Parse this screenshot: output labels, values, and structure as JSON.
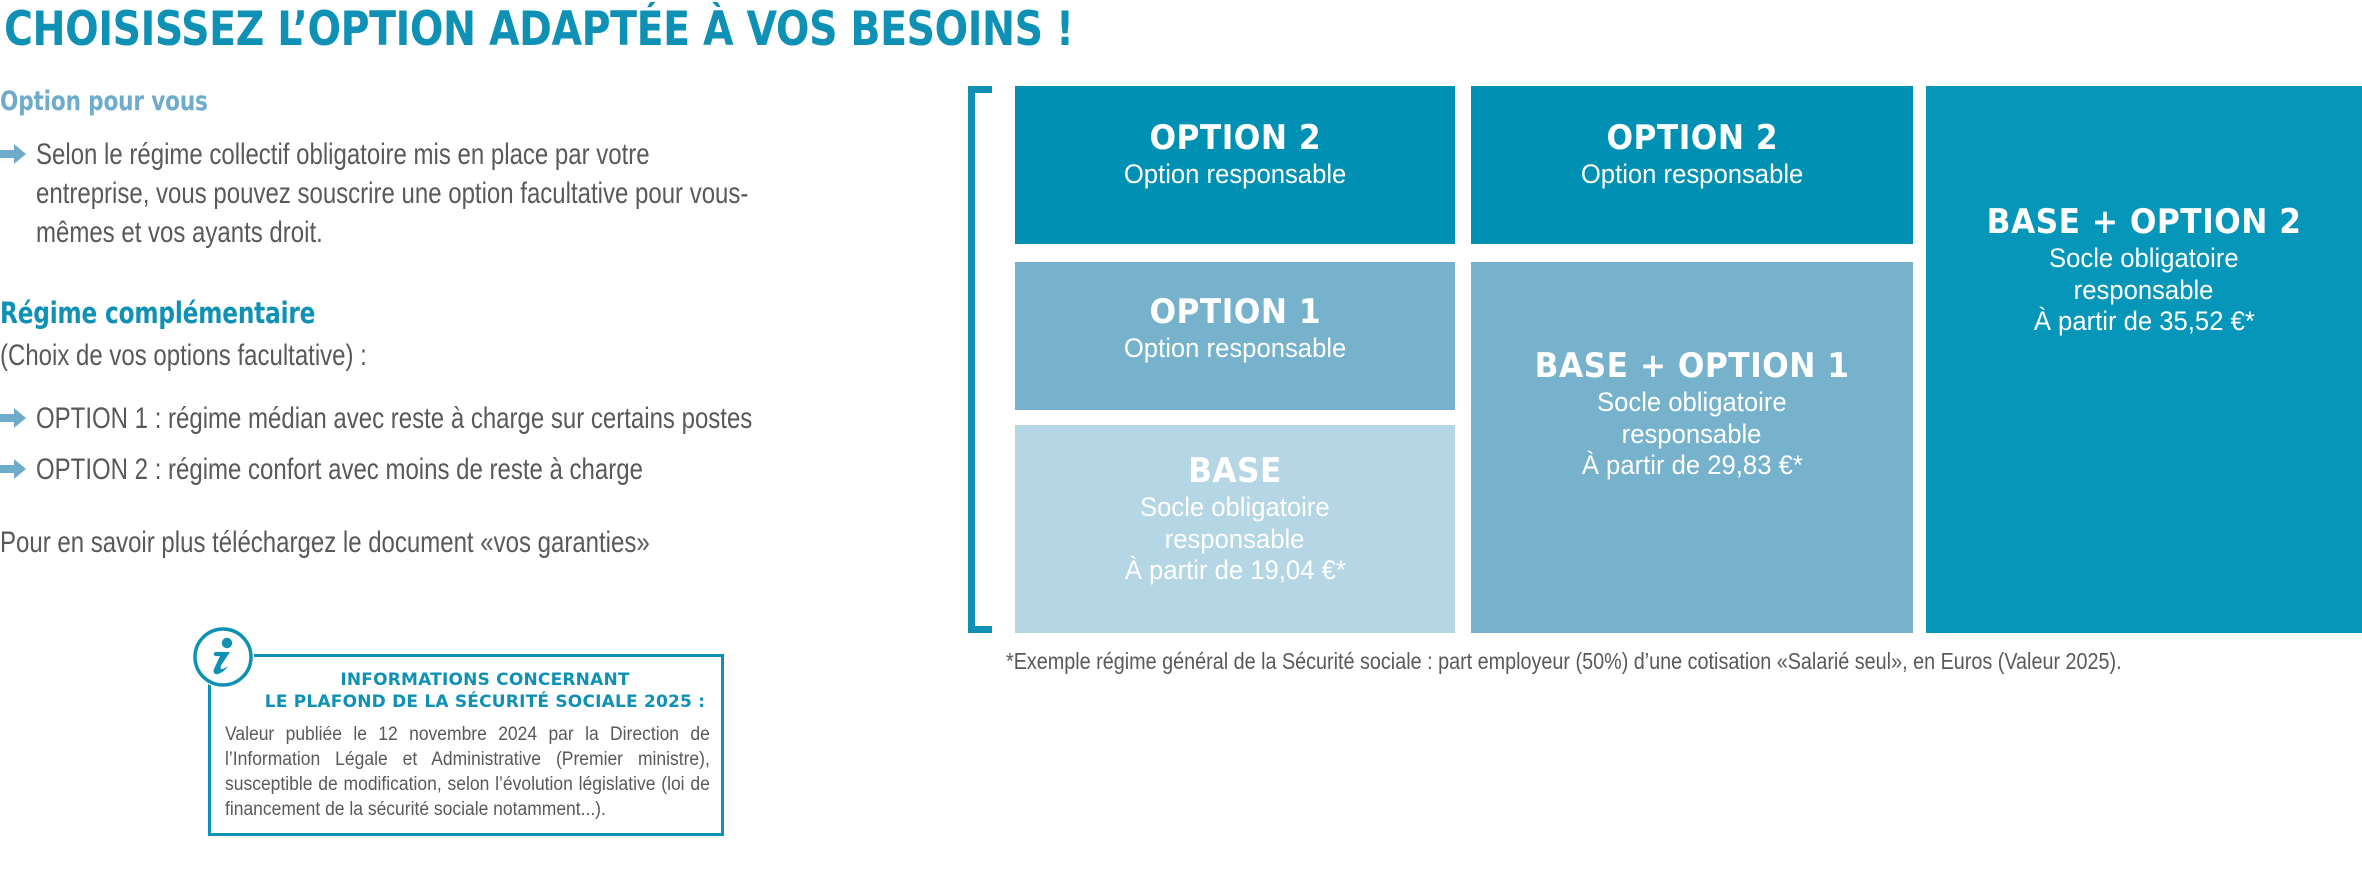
{
  "colors": {
    "brand_teal": "#0E91B5",
    "light_blue": "#6FACCB",
    "block_dark": "#0090B3",
    "block_mid": "#76B2CC",
    "block_light": "#B5D6E4",
    "body_grey": "#58595B"
  },
  "title": "CHOISISSEZ L’OPTION ADAPTÉE À VOS BESOINS !",
  "left": {
    "section1_heading": "Option pour vous",
    "section1_text": "Selon le régime collectif obligatoire mis en place par votre entreprise, vous pouvez souscrire une option facultative pour vous-mêmes et vos ayants droit.",
    "section2_heading": "Régime complémentaire",
    "section2_subheading": "(Choix de vos options facultative) :",
    "bullets": [
      "OPTION 1 : régime médian avec reste à charge sur certains postes",
      "OPTION 2 : régime confort avec moins de reste à charge"
    ],
    "closing_text": "Pour en savoir plus téléchargez le document «vos garanties»"
  },
  "info_box": {
    "title_line1": "INFORMATIONS CONCERNANT",
    "title_line2": "LE PLAFOND DE LA SÉCURITÉ SOCIALE 2025 :",
    "body": "Valeur publiée le 12 novembre 2024 par la Direction de l’Information Légale et Administrative (Premier ministre), susceptible de modification, selon l’évolution législative (loi de financement de la sécurité sociale notamment...)."
  },
  "blocks": {
    "c1_opt2": {
      "title": "OPTION 2",
      "lines": [
        "Option responsable"
      ]
    },
    "c1_opt1": {
      "title": "OPTION 1",
      "lines": [
        "Option responsable"
      ]
    },
    "c1_base": {
      "title": "BASE",
      "lines": [
        "Socle obligatoire",
        "responsable",
        "À partir de 19,04 €*"
      ]
    },
    "c2_opt2": {
      "title": "OPTION 2",
      "lines": [
        "Option responsable"
      ]
    },
    "c2_b1": {
      "title": "BASE + OPTION 1",
      "lines": [
        "Socle obligatoire",
        "responsable",
        "À partir de 29,83 €*"
      ]
    },
    "c3_b2": {
      "title": "BASE + OPTION 2",
      "lines": [
        "Socle obligatoire",
        "responsable",
        "À partir de 35,52 €*"
      ]
    }
  },
  "footnote": "*Exemple régime général de la Sécurité sociale : part employeur (50%) d’une cotisation «Salarié seul», en Euros (Valeur 2025)."
}
